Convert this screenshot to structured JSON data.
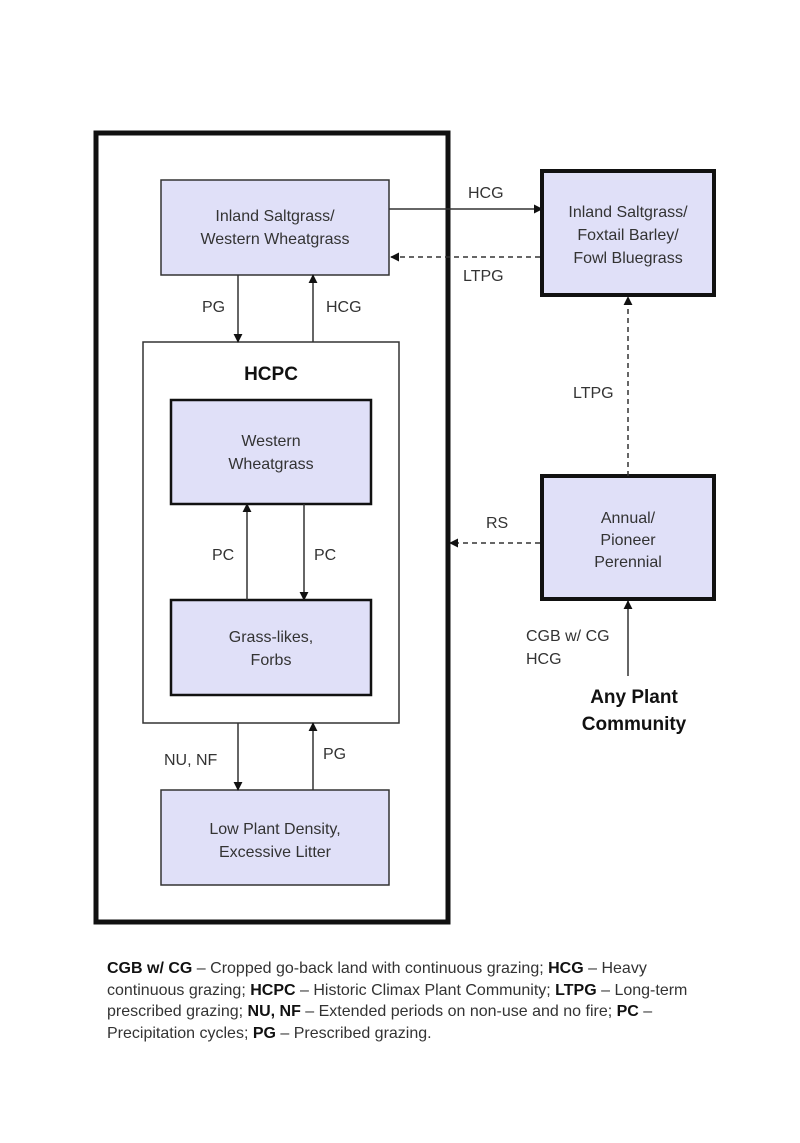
{
  "diagram": {
    "type": "state-and-transition",
    "colors": {
      "box_fill": "#e0e0f8",
      "stroke": "#111111",
      "background": "#ffffff"
    },
    "boxes": {
      "saltgrass_western": {
        "lines": [
          "Inland Saltgrass/",
          "Western Wheatgrass"
        ]
      },
      "hcpc": {
        "title": "HCPC"
      },
      "western_wheatgrass": {
        "lines": [
          "Western",
          "Wheatgrass"
        ]
      },
      "grasslikes_forbs": {
        "lines": [
          "Grass-likes,",
          "Forbs"
        ]
      },
      "low_density": {
        "lines": [
          "Low Plant Density,",
          "Excessive Litter"
        ]
      },
      "saltgrass_foxtail": {
        "lines": [
          "Inland Saltgrass/",
          "Foxtail Barley/",
          "Fowl Bluegrass"
        ]
      },
      "annual_pioneer": {
        "lines": [
          "Annual/",
          "Pioneer",
          "Perennial"
        ]
      },
      "any_plant": {
        "lines": [
          "Any Plant",
          "Community"
        ]
      }
    },
    "transitions": [
      {
        "from": "saltgrass_western",
        "to": "saltgrass_foxtail",
        "label": "HCG",
        "style": "solid"
      },
      {
        "from": "saltgrass_foxtail",
        "to": "saltgrass_western",
        "label": "LTPG",
        "style": "dashed"
      },
      {
        "from": "saltgrass_western",
        "to": "hcpc",
        "label": "PG",
        "style": "solid"
      },
      {
        "from": "hcpc",
        "to": "saltgrass_western",
        "label": "HCG",
        "style": "solid"
      },
      {
        "from": "grasslikes_forbs",
        "to": "western_wheatgrass",
        "label": "PC",
        "style": "solid"
      },
      {
        "from": "western_wheatgrass",
        "to": "grasslikes_forbs",
        "label": "PC",
        "style": "solid"
      },
      {
        "from": "hcpc",
        "to": "low_density",
        "label": "NU, NF",
        "style": "solid"
      },
      {
        "from": "low_density",
        "to": "hcpc",
        "label": "PG",
        "style": "solid"
      },
      {
        "from": "annual_pioneer",
        "to": "saltgrass_foxtail",
        "label": "LTPG",
        "style": "dashed"
      },
      {
        "from": "annual_pioneer",
        "to": "reference_state",
        "label": "RS",
        "style": "dashed"
      },
      {
        "from": "any_plant",
        "to": "annual_pioneer",
        "label_lines": [
          "CGB w/ CG",
          "HCG"
        ],
        "style": "solid"
      }
    ]
  },
  "legend": [
    {
      "term": "CGB w/ CG",
      "definition": " – Cropped go-back land with continuous grazing; "
    },
    {
      "term": "HCG",
      "definition": " – Heavy continuous grazing; "
    },
    {
      "term": "HCPC",
      "definition": " – Historic Climax Plant Community; "
    },
    {
      "term": "LTPG",
      "definition": " – Long-term prescribed grazing; "
    },
    {
      "term": "NU, NF",
      "definition": " – Extended periods on non-use and no fire; "
    },
    {
      "term": "PC",
      "definition": " – Precipitation cycles; "
    },
    {
      "term": "PG",
      "definition": " – Prescribed grazing."
    }
  ]
}
